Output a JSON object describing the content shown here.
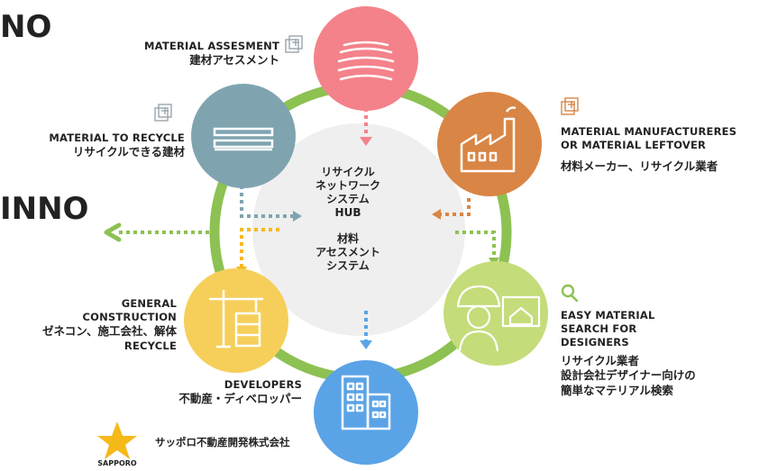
{
  "brand": {
    "partial_top": "NO",
    "partial_mid": "INNO"
  },
  "nodes": {
    "assessment": {
      "en": "MATERIAL ASSESMENT",
      "jp": "建材アセスメント",
      "color": "#f4828b"
    },
    "recycle": {
      "en": "MATERIAL  TO RECYCLE",
      "jp": "リサイクルできる建材",
      "color": "#7fa4b0"
    },
    "manufacturers": {
      "en1": "MATERIAL MANUFACTURERES",
      "en2": "OR MATERIAL LEFTOVER",
      "jp": "材料メーカー、リサイクル業者",
      "color": "#d98545"
    },
    "construction": {
      "en1": "GENERAL",
      "en2": "CONSTRUCTION",
      "jp": "ゼネコン、施工会社、解体",
      "en3": "RECYCLE",
      "color": "#f6cf5a"
    },
    "developers": {
      "en": "DEVELOPERS",
      "jp": "不動産・ディベロッパー",
      "color": "#5aa3e6"
    },
    "designers": {
      "en1": "EASY MATERIAL",
      "en2": "SEARCH FOR",
      "en3": "DESIGNERS",
      "jp1": "リサイクル業者",
      "jp2": "設計会社デザイナー向けの",
      "jp3": "簡単なマテリアル検索",
      "color": "#c5dc7a"
    }
  },
  "hub": {
    "line1": "リサイクル",
    "line2": "ネットワーク",
    "line3": "システム",
    "line4": "HUB",
    "line5": "材料",
    "line6": "アセスメント",
    "line7": "システム"
  },
  "ring_color": "#8dc152",
  "footer": {
    "company": "サッポロ不動産開発株式会社",
    "logo_text": "SAPPORO",
    "star_color": "#f6b91a"
  }
}
